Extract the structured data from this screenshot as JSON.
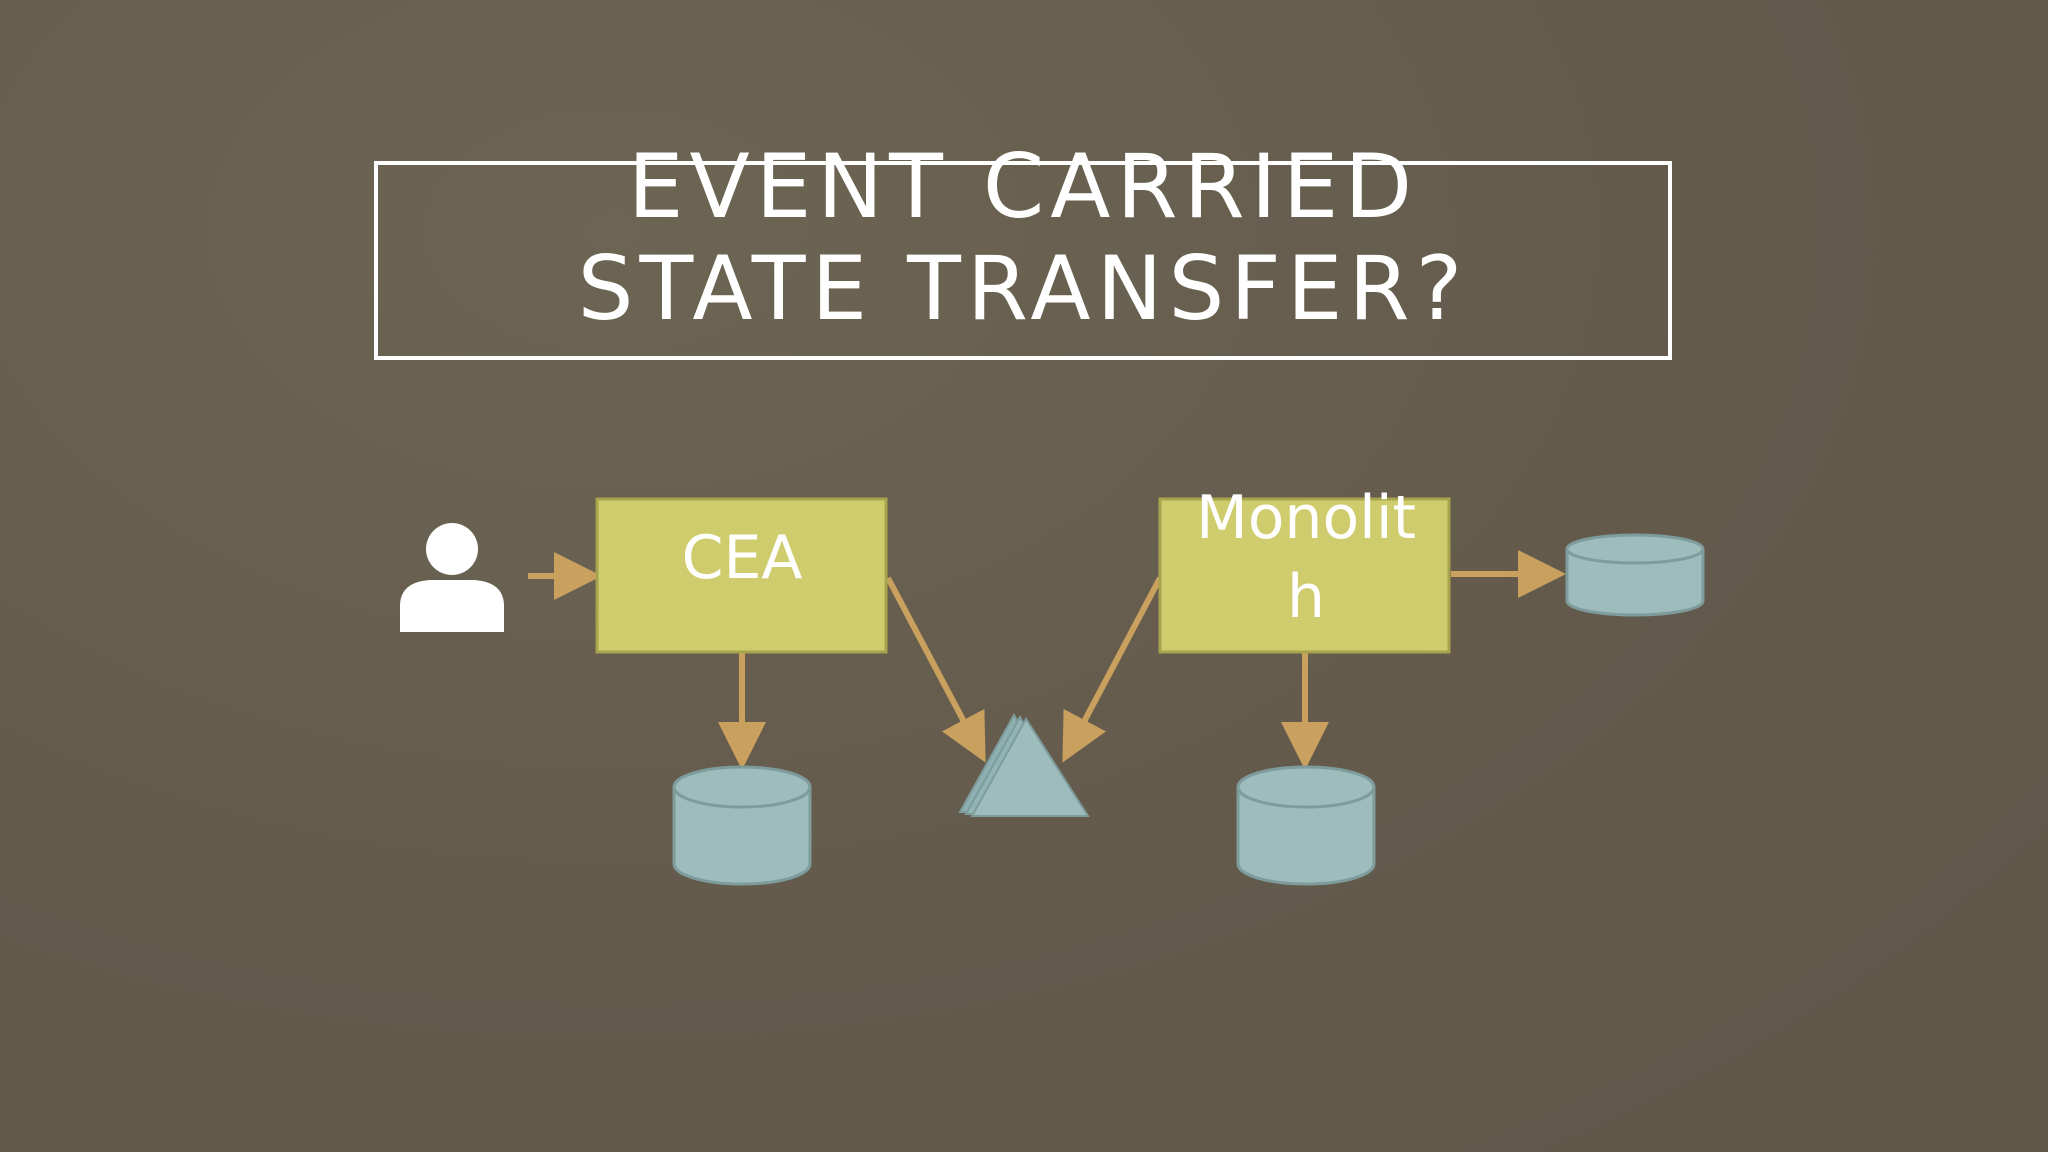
{
  "title": {
    "line1": "EVENT CARRIED",
    "line2": "STATE TRANSFER?"
  },
  "diagram": {
    "nodes": [
      {
        "id": "user",
        "icon": "user-icon"
      },
      {
        "id": "cea",
        "label": "CEA"
      },
      {
        "id": "monolith",
        "label_line1": "Monolit",
        "label_line2": "h"
      },
      {
        "id": "cea-db",
        "icon": "database-icon"
      },
      {
        "id": "monolith-db",
        "icon": "database-icon"
      },
      {
        "id": "external-db",
        "icon": "database-icon"
      },
      {
        "id": "event-stream",
        "icon": "event-stack-icon"
      }
    ],
    "edges": [
      {
        "from": "user",
        "to": "cea"
      },
      {
        "from": "cea",
        "to": "cea-db"
      },
      {
        "from": "cea",
        "to": "event-stream"
      },
      {
        "from": "monolith",
        "to": "event-stream"
      },
      {
        "from": "monolith",
        "to": "monolith-db"
      },
      {
        "from": "monolith",
        "to": "external-db"
      }
    ]
  },
  "colors": {
    "background": "#635a4c",
    "box_fill": "#cfcc6d",
    "box_stroke": "#a8a44e",
    "arrow": "#c9a05e",
    "storage_fill": "#9ebcbc",
    "storage_stroke": "#7e9c9c",
    "text": "#ffffff"
  }
}
